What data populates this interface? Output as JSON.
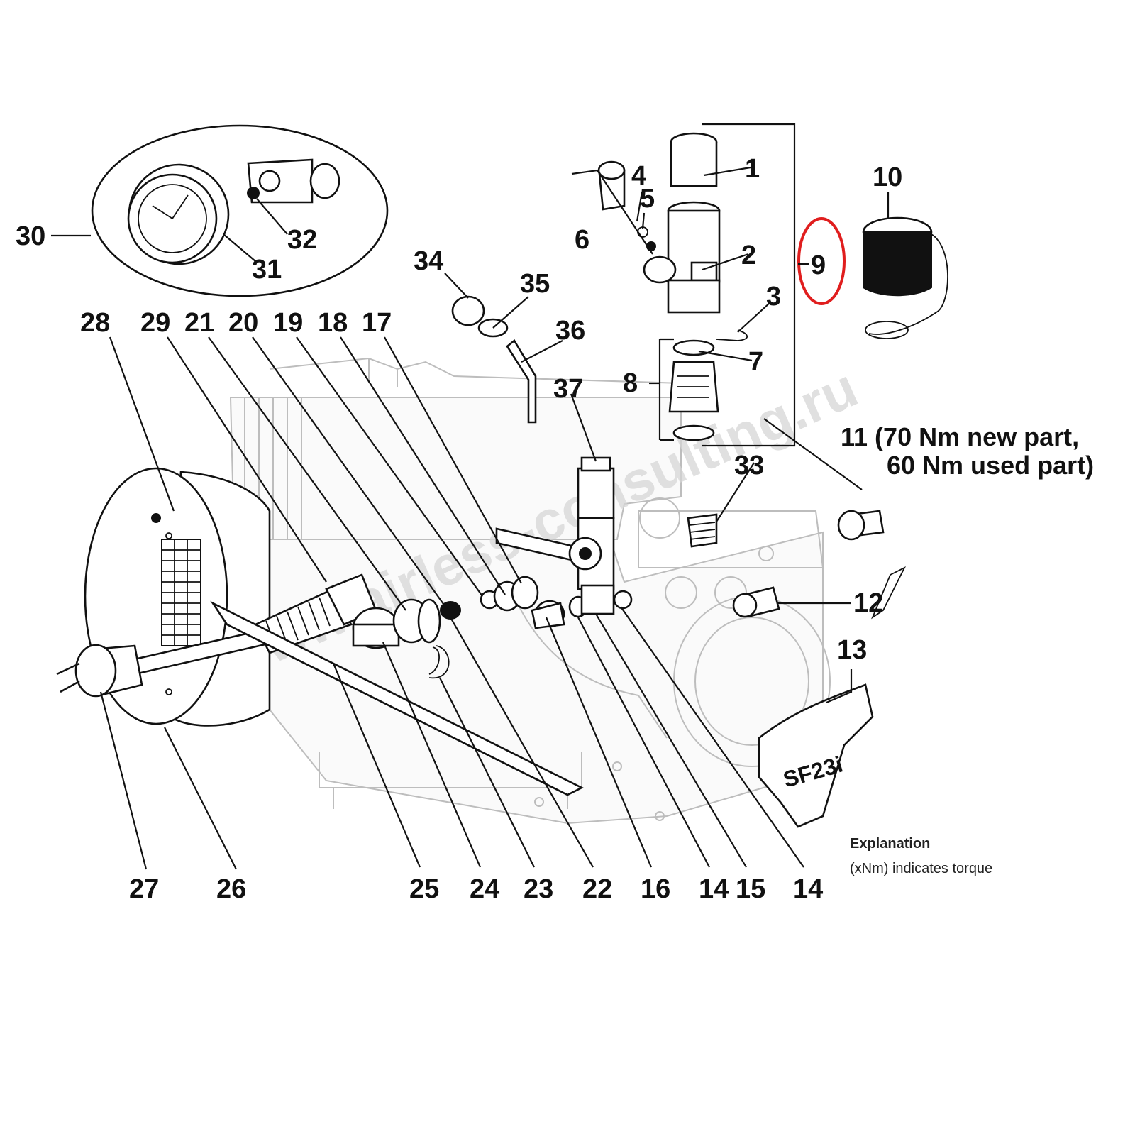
{
  "callouts": {
    "c1": "1",
    "c2": "2",
    "c3": "3",
    "c4": "4",
    "c5": "5",
    "c6": "6",
    "c7": "7",
    "c8": "8",
    "c9": "9",
    "c10": "10",
    "c12": "12",
    "c13": "13",
    "c14a": "14",
    "c14b": "14",
    "c15": "15",
    "c16": "16",
    "c17": "17",
    "c18": "18",
    "c19": "19",
    "c20": "20",
    "c21": "21",
    "c22": "22",
    "c23": "23",
    "c24": "24",
    "c25": "25",
    "c26": "26",
    "c27": "27",
    "c28": "28",
    "c29": "29",
    "c30": "30",
    "c31": "31",
    "c32": "32",
    "c33": "33",
    "c34": "34",
    "c35": "35",
    "c36": "36",
    "c37": "37"
  },
  "torque_note": {
    "line1": "11 (70 Nm new part,",
    "line2": "60 Nm used part)"
  },
  "explanation": {
    "title": "Explanation",
    "text": "(xNm) indicates torque"
  },
  "product_label": "SF23i",
  "watermark": "www.airless-consulting.ru",
  "highlight_color": "#e01e1e"
}
